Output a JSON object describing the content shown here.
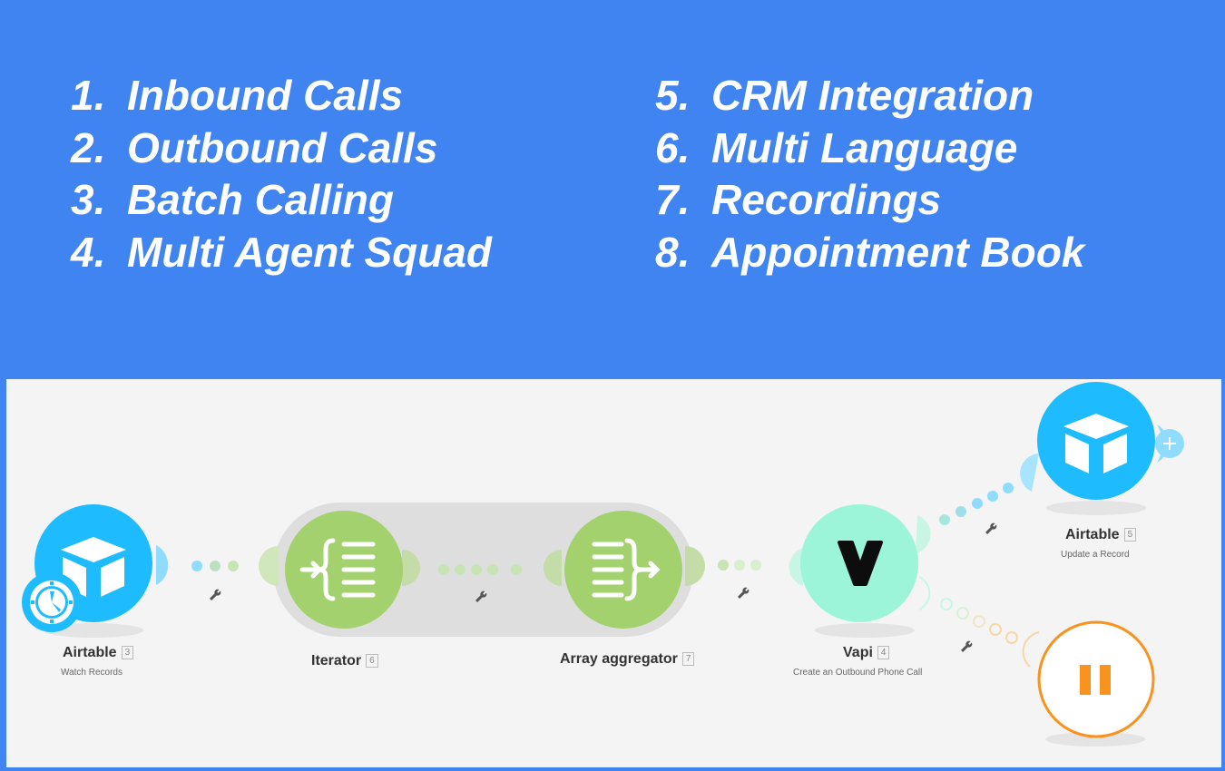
{
  "features": {
    "left": [
      {
        "num": "1.",
        "label": "Inbound Calls"
      },
      {
        "num": "2.",
        "label": "Outbound Calls"
      },
      {
        "num": "3.",
        "label": "Batch Calling"
      },
      {
        "num": "4.",
        "label": "Multi Agent Squad"
      }
    ],
    "right": [
      {
        "num": "5.",
        "label": "CRM Integration"
      },
      {
        "num": "6.",
        "label": "Multi Language"
      },
      {
        "num": "7.",
        "label": "Recordings"
      },
      {
        "num": "8.",
        "label": "Appointment Book"
      }
    ]
  },
  "scenario": {
    "modules": [
      {
        "key": "airtable_watch",
        "title": "Airtable",
        "id": "3",
        "subtitle": "Watch Records",
        "icon": "airtable-icon",
        "color": "#1fbbff"
      },
      {
        "key": "iterator",
        "title": "Iterator",
        "id": "6",
        "subtitle": "",
        "icon": "iterator-icon",
        "color": "#a2d16e"
      },
      {
        "key": "array_aggregator",
        "title": "Array aggregator",
        "id": "7",
        "subtitle": "",
        "icon": "array-aggregator-icon",
        "color": "#a2d16e"
      },
      {
        "key": "vapi",
        "title": "Vapi",
        "id": "4",
        "subtitle": "Create an Outbound Phone Call",
        "icon": "vapi-icon",
        "color": "#9cf5d8"
      },
      {
        "key": "airtable_update",
        "title": "Airtable",
        "id": "5",
        "subtitle": "Update a Record",
        "icon": "airtable-icon",
        "color": "#1fbbff"
      },
      {
        "key": "pause",
        "title": "",
        "id": "",
        "subtitle": "",
        "icon": "pause-icon",
        "color": "#f7931e"
      }
    ],
    "colors": {
      "canvas": "#f4f4f4",
      "group": "#dedede",
      "pause_accent": "#f7931e"
    }
  }
}
